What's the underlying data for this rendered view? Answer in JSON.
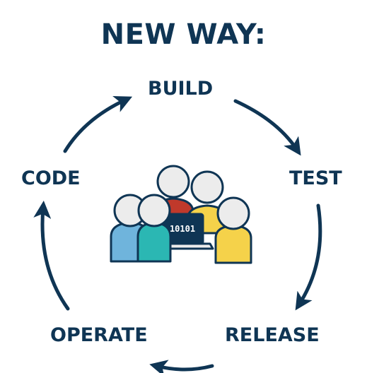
{
  "title": "NEW WAY:",
  "stages": {
    "build": "BUILD",
    "test": "TEST",
    "release": "RELEASE",
    "operate": "OPERATE",
    "code": "CODE"
  },
  "illustration": {
    "laptop_screen_text": "10101"
  },
  "colors": {
    "primary": "#0f3554",
    "person_blue": "#6fb4dc",
    "person_teal": "#2bb7b3",
    "person_yellow": "#f5d24a",
    "person_red": "#c0392b",
    "head": "#ececec"
  }
}
